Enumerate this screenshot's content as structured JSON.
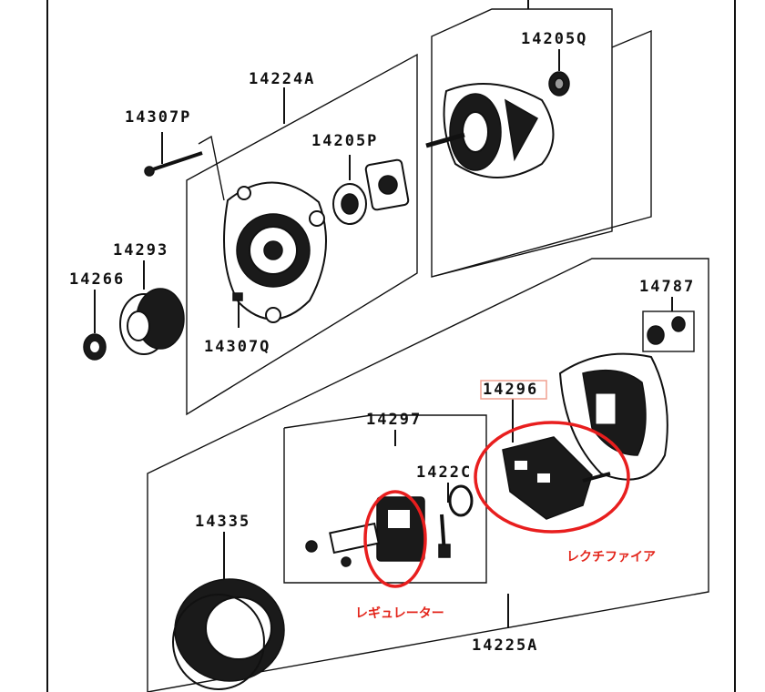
{
  "labels": {
    "p14224A": "14224A",
    "p14307P": "14307P",
    "p14205P": "14205P",
    "p14205Q": "14205Q",
    "p14293": "14293",
    "p14266": "14266",
    "p14307Q": "14307Q",
    "p14787": "14787",
    "p14296": "14296",
    "p14297": "14297",
    "p14220": "1422C",
    "p14335": "14335",
    "p14225A": "14225A"
  },
  "annotations": {
    "rectifier": "レクチファイア",
    "regulator": "レギュレーター"
  },
  "colors": {
    "annotation": "#e3261c",
    "highlight_circle": "#e81e1e",
    "highlight_box": "#f0a090"
  }
}
